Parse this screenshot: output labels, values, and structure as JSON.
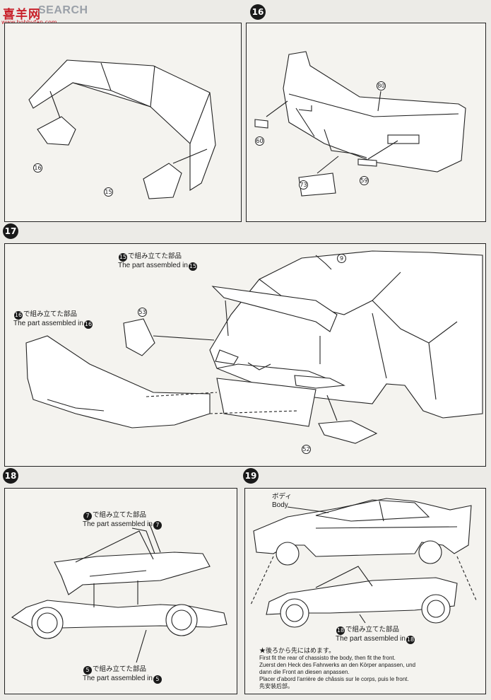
{
  "header": {
    "logo_cn": "喜羊网",
    "logo_word": "SEARCH",
    "logo_url": "www.hobbyfan.com"
  },
  "steps": {
    "s16": {
      "number": "16",
      "parts": [
        "80",
        "60",
        "73",
        "59"
      ]
    },
    "s15": {
      "parts": [
        "16",
        "15"
      ]
    },
    "s17": {
      "number": "17",
      "label_a_jp": "で組み立てた部品",
      "label_a_en": "The part assembled in",
      "label_a_ref": "15",
      "label_b_jp": "で組み立てた部品",
      "label_b_en": "The part assembled in",
      "label_b_ref": "16",
      "parts": [
        "9",
        "53",
        "52"
      ]
    },
    "s18": {
      "number": "18",
      "label_a_jp": "で組み立てた部品",
      "label_a_en": "The part assembled in",
      "label_a_ref": "7",
      "label_b_jp": "で組み立てた部品",
      "label_b_en": "The part assembled in",
      "label_b_ref": "5"
    },
    "s19": {
      "number": "19",
      "body_jp": "ボディ",
      "body_en": "Body",
      "label_jp": "で組み立てた部品",
      "label_en": "The part assembled in",
      "label_ref": "18",
      "note_jp": "★後ろから先にはめます。",
      "note_en": "First fit the rear of chassisto the body, then fit the front.",
      "note_de_1": "Zuerst den Heck des Fahrwerks an den Körper anpassen, und",
      "note_de_2": "dann die Front an diesen anpassen.",
      "note_fr": "Placer d'abord l'arrière de châssis sur le corps, puis le front.",
      "note_cn": "先安装后部。"
    }
  }
}
